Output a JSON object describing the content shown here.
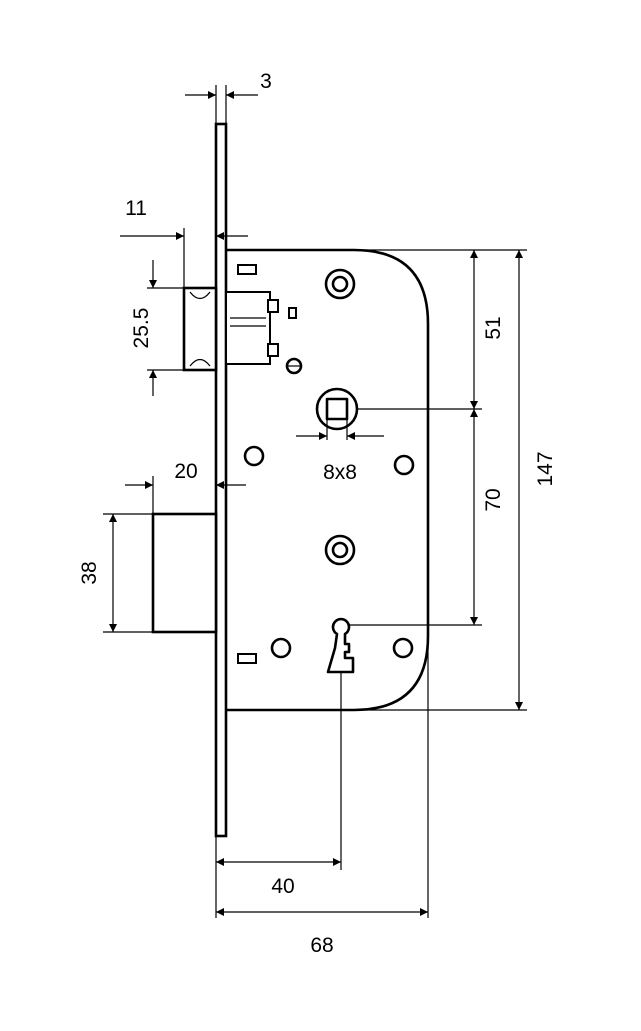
{
  "dimensions": {
    "faceplate_thickness": "3",
    "latch_projection": "11",
    "latch_height": "25.5",
    "deadbolt_projection": "20",
    "deadbolt_height": "38",
    "follower_to_top": "51",
    "follower_to_keyhole": "70",
    "case_height": "147",
    "spindle_square": "8x8",
    "backset": "40",
    "case_depth": "68"
  },
  "colors": {
    "line": "#000000",
    "background": "#ffffff"
  }
}
